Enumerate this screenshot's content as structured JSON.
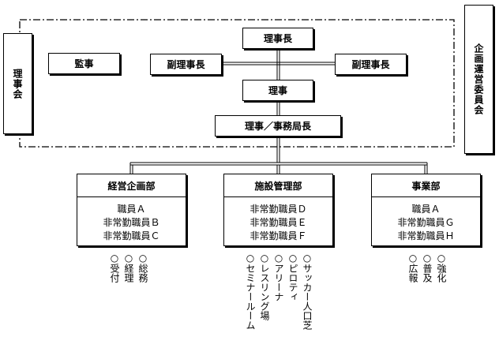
{
  "board": {
    "label": "理事会"
  },
  "planning_committee": {
    "label": "企画運営委員会"
  },
  "auditor": {
    "label": "監事"
  },
  "chairman": {
    "label": "理事長"
  },
  "vice_chairman_left": {
    "label": "副理事長"
  },
  "vice_chairman_right": {
    "label": "副理事長"
  },
  "director": {
    "label": "理事"
  },
  "secretary_general": {
    "label": "理事／事務局長"
  },
  "departments": [
    {
      "name": "経営企画部",
      "staff": [
        "職員Ａ",
        "非常勤職員Ｂ",
        "非常勤職員Ｃ"
      ],
      "duties": [
        "○総務",
        "○経理",
        "○受付"
      ]
    },
    {
      "name": "施設管理部",
      "staff": [
        "非常勤職員Ｄ",
        "非常勤職員Ｅ",
        "非常勤職員Ｆ"
      ],
      "duties": [
        "○サッカー人口芝",
        "○ピロティ",
        "○アリーナ",
        "○レスリング場",
        "○セミナールーム"
      ]
    },
    {
      "name": "事業部",
      "staff": [
        "職員Ａ",
        "非常勤職員Ｇ",
        "非常勤職員Ｈ"
      ],
      "duties": [
        "○強化",
        "○普及",
        "○広報"
      ]
    }
  ]
}
